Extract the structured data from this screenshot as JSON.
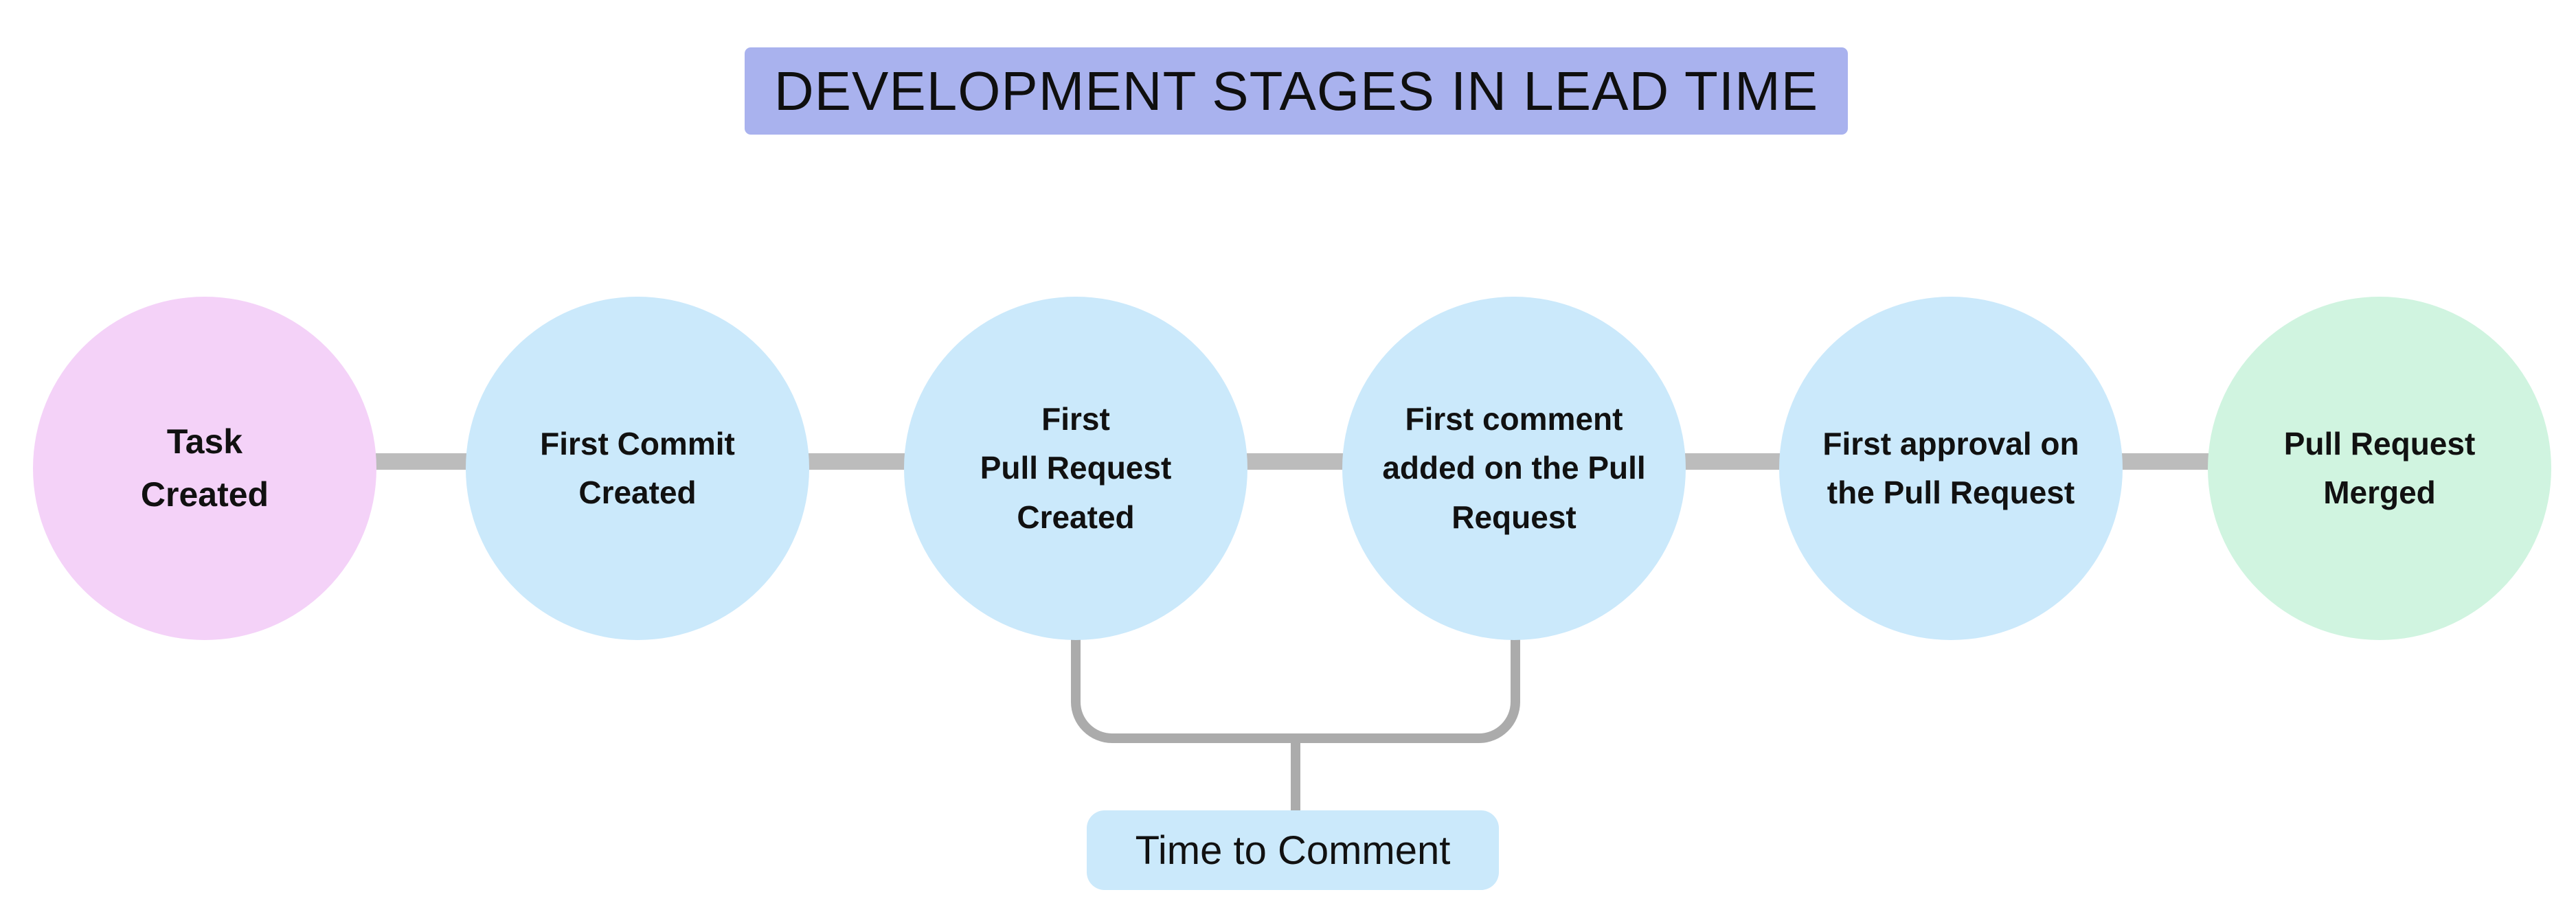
{
  "title": {
    "text": "DEVELOPMENT STAGES IN LEAD TIME",
    "bg_color": "#a9b2ee",
    "text_color": "#0f0f0f"
  },
  "stages": [
    {
      "name": "task-created",
      "lines": [
        "Task",
        "Created"
      ],
      "color": "#f4d2f8"
    },
    {
      "name": "first-commit-created",
      "lines": [
        "First Commit",
        "Created"
      ],
      "color": "#cbe9fb"
    },
    {
      "name": "first-pull-request-created",
      "lines": [
        "First",
        "Pull Request",
        "Created"
      ],
      "color": "#cbe9fb"
    },
    {
      "name": "first-comment-added",
      "lines": [
        "First comment",
        "added on the Pull",
        "Request"
      ],
      "color": "#cbe9fb"
    },
    {
      "name": "first-approval",
      "lines": [
        "First approval on",
        "the Pull Request"
      ],
      "color": "#cbe9fb"
    },
    {
      "name": "pull-request-merged",
      "lines": [
        "Pull Request",
        "Merged"
      ],
      "color": "#d0f4e0"
    }
  ],
  "connectors": {
    "color": "#bcbcbc"
  },
  "annotation": {
    "label": "Time to Comment",
    "bg_color": "#cbe9fb",
    "bracket_color": "#ababab",
    "spans_from": "First Pull Request Created",
    "spans_to": "First comment added on the Pull Request"
  }
}
